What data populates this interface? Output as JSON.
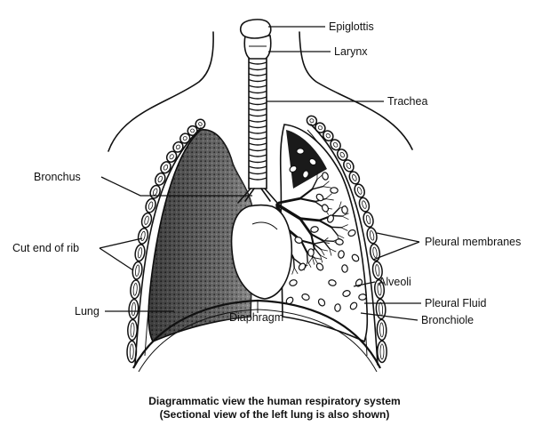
{
  "labels": {
    "epiglottis": "Epiglottis",
    "larynx": "Larynx",
    "trachea": "Trachea",
    "bronchus": "Bronchus",
    "cut_end_of_rib": "Cut end of rib",
    "lung": "Lung",
    "diaphragm": "Diaphragm",
    "pleural_membranes": "Pleural membranes",
    "alveoli": "Alveoli",
    "pleural_fluid": "Pleural Fluid",
    "bronchiole": "Bronchiole"
  },
  "caption": {
    "line1": "Diagrammatic view the human respiratory system",
    "line2": "(Sectional view of the left lung is also shown)"
  }
}
